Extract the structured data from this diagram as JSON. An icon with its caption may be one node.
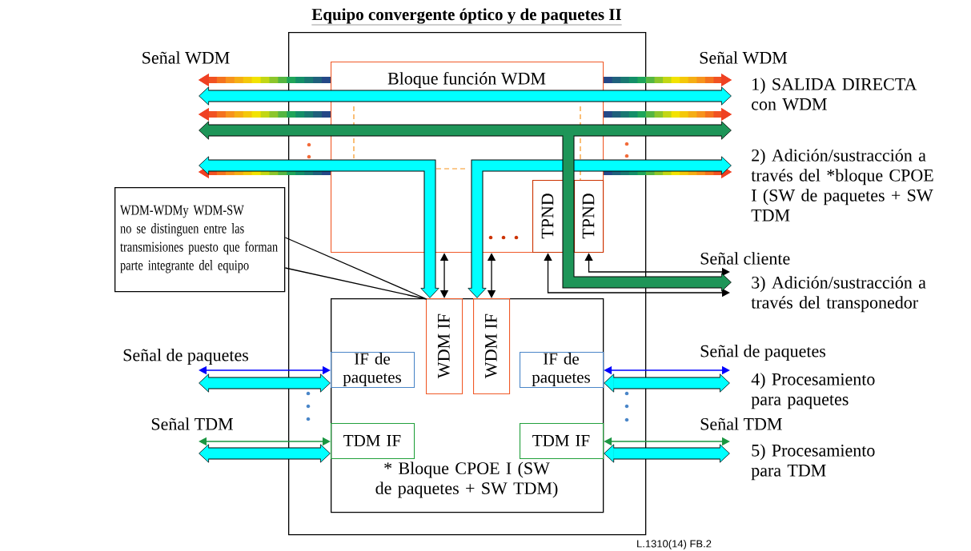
{
  "diagram": {
    "nodes": [
      {
        "text": [
          "Equipo convergente óptico y de paquetes II"
        ]
      },
      {
        "text": [
          "Bloque función WDM"
        ],
        "in": 0
      },
      {
        "text": [
          "TPND"
        ],
        "in": 1
      },
      {
        "text": [
          "TPND"
        ],
        "in": 1
      },
      {
        "text": [
          "* Bloque CPOE I (SW de paquetes + SW TDM)"
        ],
        "in": 0
      },
      {
        "text": [
          "WDM IF"
        ],
        "in": 4
      },
      {
        "text": [
          "WDM IF"
        ],
        "in": 4
      },
      {
        "text": [
          "IF de paquetes"
        ],
        "in": 4
      },
      {
        "text": [
          "TDM IF"
        ],
        "in": 4
      },
      {
        "text": [
          "IF de paquetes"
        ],
        "in": 4
      },
      {
        "text": [
          "TDM IF"
        ],
        "in": 4
      },
      {
        "text": [
          "WDM-WDMy WDM-SW no se distinguen entre las transmisiones puesto que forman parte integrante del equipo"
        ]
      },
      {
        "text": [
          "Señal cliente"
        ]
      },
      {
        "text": [
          "Señal de paquetes"
        ]
      },
      {
        "text": [
          "Señal TDM"
        ]
      },
      {
        "text": [
          "Señal de paquetes"
        ]
      },
      {
        "text": [
          "Señal TDM"
        ]
      }
    ],
    "edges": [
      {
        "from": 1,
        "to": null,
        "arrow": "to",
        "style": "thick"
      },
      {
        "from": 1,
        "to": null,
        "arrow": "to",
        "style": "thick"
      },
      {
        "from": 1,
        "to": null,
        "arrow": "to",
        "style": "thick"
      },
      {
        "from": 1,
        "to": null,
        "arrow": "to",
        "style": "thick"
      },
      {
        "from": 1,
        "to": null,
        "arrow": "to",
        "style": "thick"
      },
      {
        "from": 1,
        "to": null,
        "arrow": "to",
        "style": "thick"
      },
      {
        "from": null,
        "to": 5,
        "arrow": "both",
        "style": "thick",
        "color": "#00ffff"
      },
      {
        "from": null,
        "to": 6,
        "arrow": "both",
        "style": "thick",
        "color": "#00ffff"
      },
      {
        "from": 1,
        "to": 5,
        "arrow": "both",
        "color": "#000000"
      },
      {
        "from": 1,
        "to": 6,
        "arrow": "both",
        "color": "#000000"
      },
      {
        "from": 2,
        "to": 12,
        "arrow": "both",
        "color": "#000000"
      },
      {
        "from": 3,
        "to": 12,
        "arrow": "both",
        "color": "#000000"
      },
      {
        "from": 13,
        "to": 7,
        "arrow": "both",
        "color": "#0000ff"
      },
      {
        "from": 13,
        "to": 7,
        "arrow": "both",
        "style": "thick",
        "color": "#00ffff"
      },
      {
        "from": 14,
        "to": 8,
        "arrow": "both",
        "color": "#1a9641"
      },
      {
        "from": 14,
        "to": 8,
        "arrow": "both",
        "style": "thick",
        "color": "#00ffff"
      },
      {
        "from": 9,
        "to": 15,
        "arrow": "both",
        "color": "#0000ff"
      },
      {
        "from": 9,
        "to": 15,
        "arrow": "both",
        "style": "thick",
        "color": "#00ffff"
      },
      {
        "from": 10,
        "to": 16,
        "arrow": "both",
        "color": "#1a9641"
      },
      {
        "from": 10,
        "to": 16,
        "arrow": "both",
        "style": "thick",
        "color": "#00ffff"
      },
      {
        "from": 11,
        "to": 5,
        "arrow": "none",
        "color": "#000000"
      }
    ],
    "labels": [
      "Señal WDM",
      "Señal WDM",
      "1) SALIDA DIRECTA con WDM",
      "2) Adición/sustracción a través del *bloque CPOE I (SW de paquetes + SW TDM",
      "3) Adición/sustracción a través del transponedor",
      "4) Procesamiento para paquetes",
      "5) Procesamiento para TDM",
      "L.1310(14) FB.2"
    ]
  }
}
